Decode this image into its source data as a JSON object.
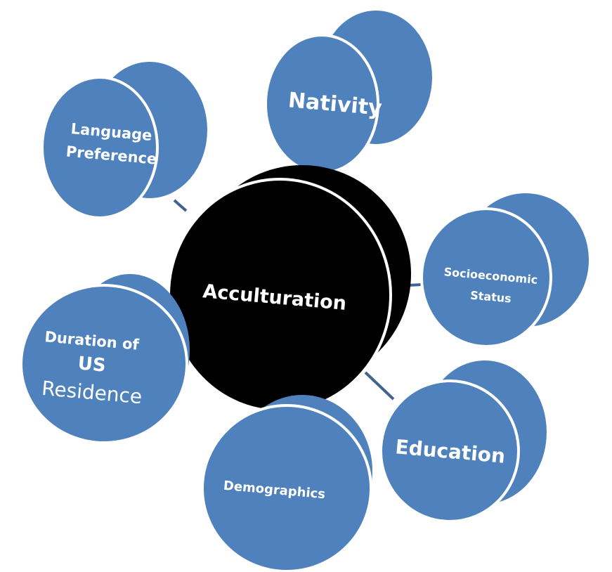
{
  "center": {
    "label": "Acculturation",
    "color": "#000000"
  },
  "nodes": {
    "nativity": {
      "label": "Nativity"
    },
    "language": {
      "line1": "Language",
      "line2": "Preference"
    },
    "socioeconomic": {
      "line1": "Socioeconomic",
      "line2": "Status"
    },
    "education": {
      "label": "Education"
    },
    "demographics": {
      "label": "Demographics"
    },
    "duration": {
      "line1": "Duration of",
      "line2": "US",
      "line3": "Residence"
    }
  },
  "colors": {
    "node": "#4F81BD",
    "connector": "#41648F"
  }
}
